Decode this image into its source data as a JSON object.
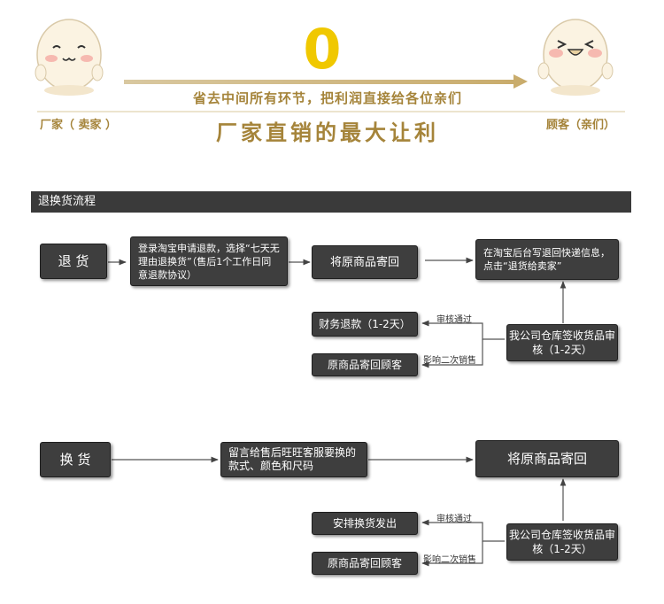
{
  "banner": {
    "zero": "0",
    "tagline": "省去中间所有环节，把利润直接给各位亲们",
    "left_label": "厂家（ 卖家 ）",
    "right_label": "顾客（亲们）",
    "headline": "厂家直销的最大让利"
  },
  "section": {
    "title": "退换货流程"
  },
  "return_flow": {
    "start": "退 货",
    "apply": "登录淘宝申请退款，选择“七天无理由退换货”（售后1个工作日同意退款协议）",
    "ship_back": "将原商品寄回",
    "fill_tracking": "在淘宝后台写退回快递信息，点击“退货给卖家”",
    "warehouse": "我公司仓库签收货品审核（1-2天）",
    "refund": "财务退款（1-2天）",
    "send_back": "原商品寄回顾客",
    "label_pass": "审核通过",
    "label_fail": "影响二次销售"
  },
  "exchange_flow": {
    "start": "换 货",
    "message": "留言给售后旺旺客服要换的款式、颜色和尺码",
    "ship_back": "将原商品寄回",
    "warehouse": "我公司仓库签收货品审核（1-2天）",
    "arrange": "安排换货发出",
    "send_back": "原商品寄回顾客",
    "label_pass": "审核通过",
    "label_fail": "影响二次销售"
  },
  "colors": {
    "gold": "#a5843a",
    "yellow": "#f0c800",
    "box_bg": "#3e3e3e",
    "bar_bg": "#3a3a3a"
  }
}
